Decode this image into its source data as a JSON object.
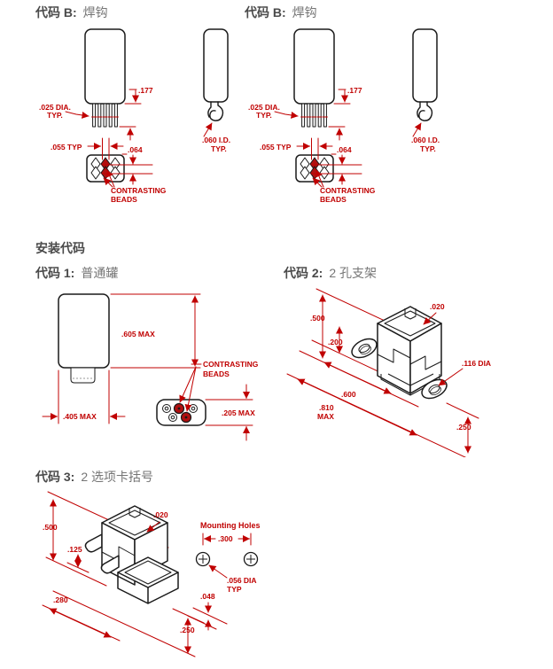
{
  "colors": {
    "dimension_red": "#c00000",
    "bead_red": "#b01010",
    "line_black": "#1a1a1a",
    "heading_gray": "#4a4a4a",
    "heading_light_gray": "#757575"
  },
  "sections": {
    "code_b": {
      "title_code": "代码 B:",
      "title_name": "焊钩",
      "dims": {
        "lead_dia1": ".025 DIA.",
        "lead_dia2": "TYP.",
        "lead_length": ".177",
        "pitch": ".055 TYP",
        "bead": ".064",
        "contrasting1": "CONTRASTING",
        "contrasting2": "BEADS",
        "hook1": ".060 I.D.",
        "hook2": "TYP."
      }
    },
    "mounting_heading": "安装代码",
    "code_1": {
      "title_code": "代码 1:",
      "title_name": "普通罐",
      "dims": {
        "height": ".605 MAX",
        "width": ".405 MAX",
        "depth": ".205 MAX",
        "contrasting1": "CONTRASTING",
        "contrasting2": "BEADS"
      }
    },
    "code_2": {
      "title_code": "代码 2:",
      "title_name": "2 孔支架",
      "dims": {
        "height": ".500",
        "offset": ".200",
        "thickness": ".020",
        "hole_dia": ".116 DIA",
        "hole_spacing": ".600",
        "width1": ".810",
        "width2": "MAX",
        "depth": ".250"
      }
    },
    "code_3": {
      "title_code": "代码 3:",
      "title_name": "2 选项卡括号",
      "dims": {
        "height": ".500",
        "tab_offset": ".125",
        "width": ".280",
        "thickness": ".020",
        "depth": ".250",
        "tab_width": ".048",
        "mounting_holes": "Mounting Holes",
        "hole_spacing": ".300",
        "hole_dia1": ".056 DIA",
        "hole_dia2": "TYP"
      }
    }
  }
}
